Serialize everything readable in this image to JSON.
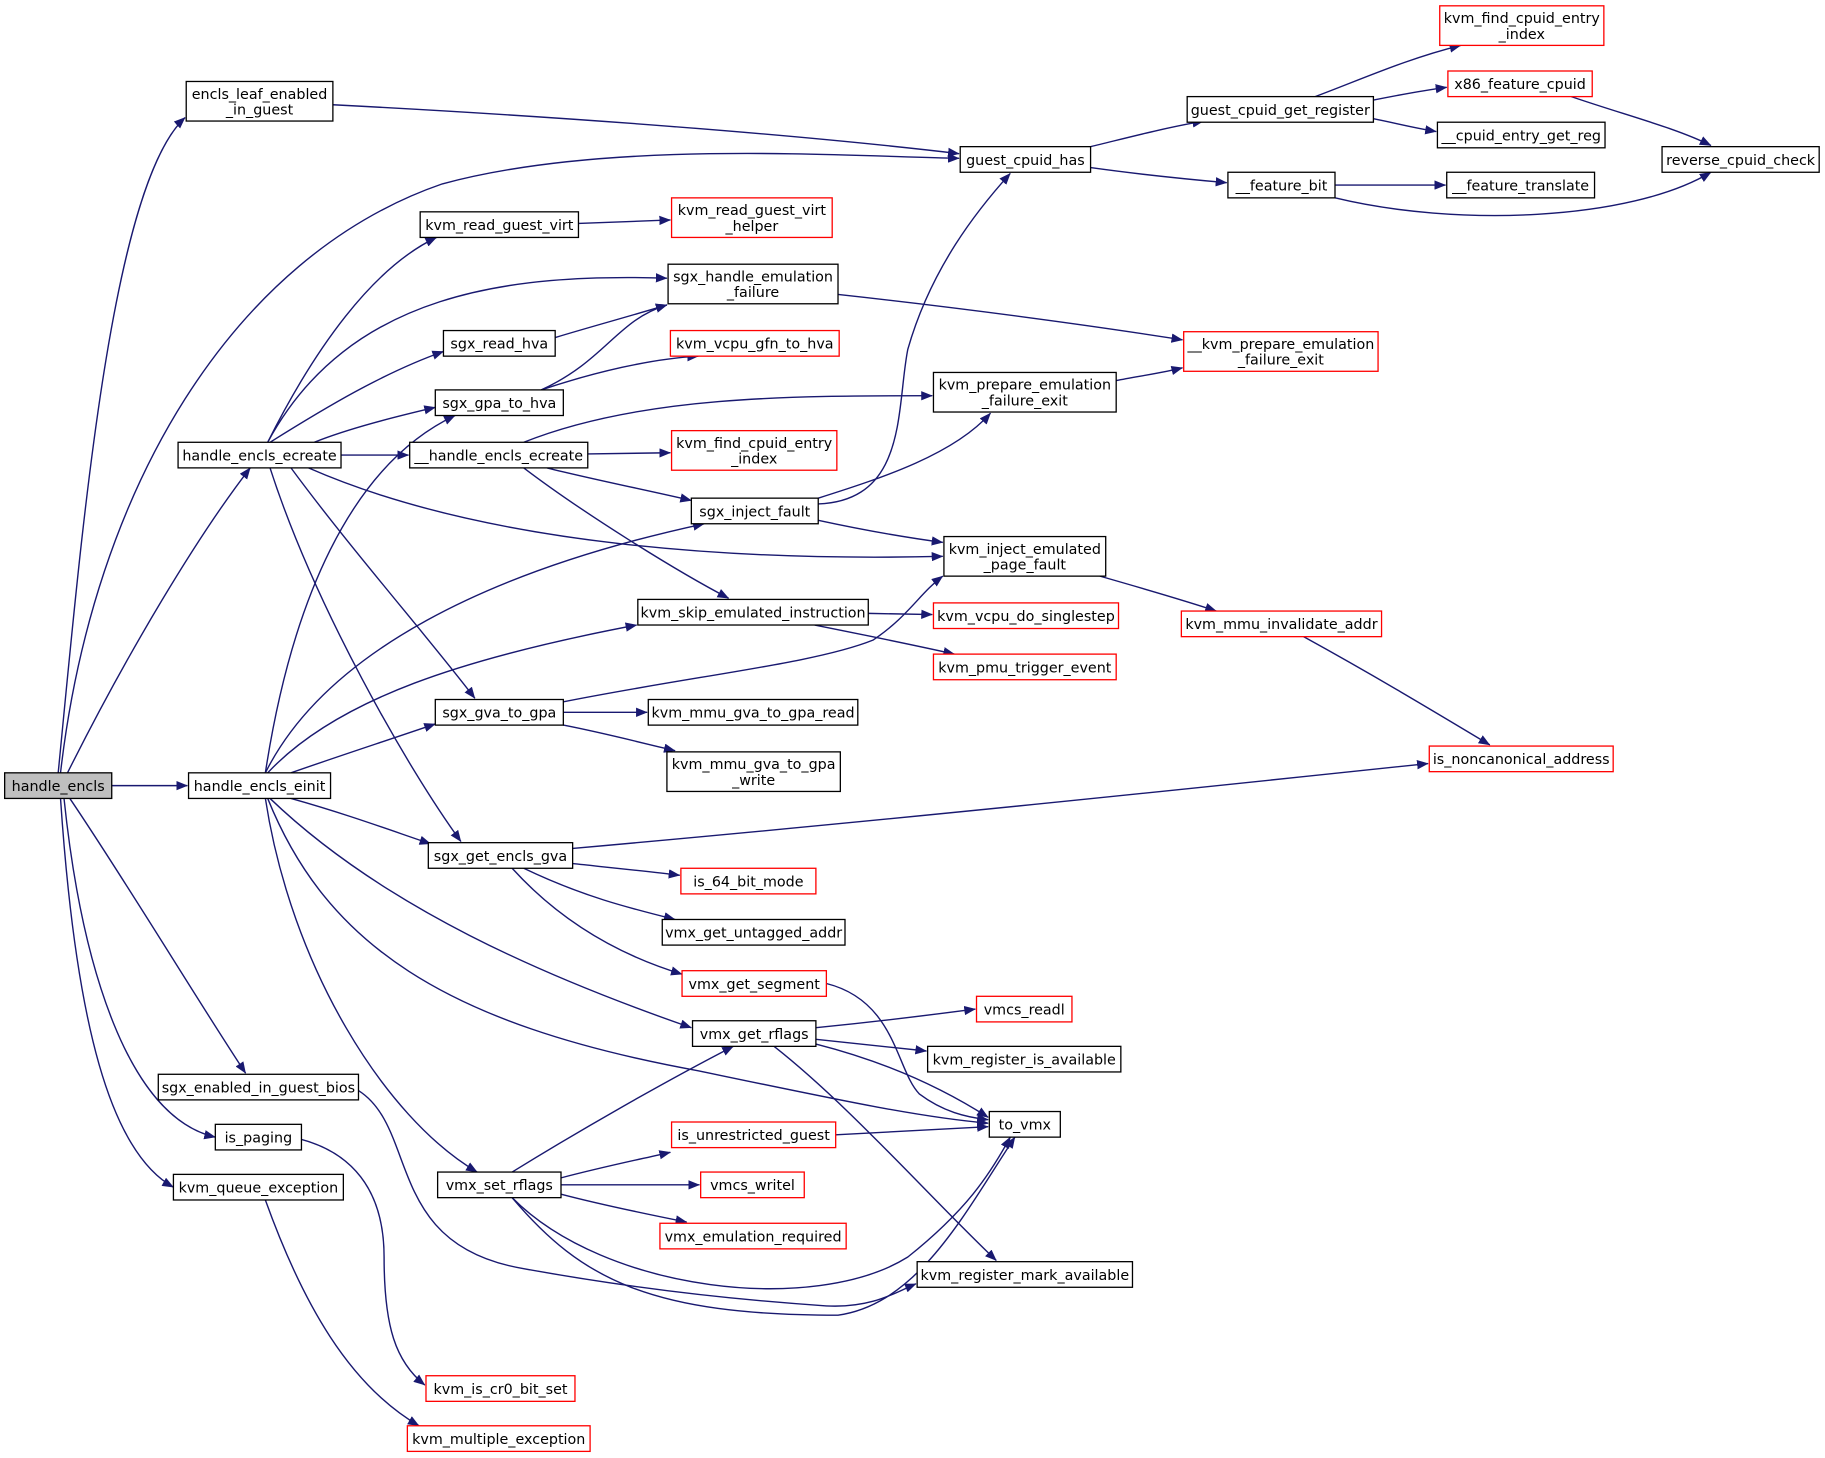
{
  "colors": {
    "edge": "#191970",
    "node_border": "#000000",
    "node_border_truncated": "#ff0000",
    "node_fill": "#ffffff",
    "root_fill": "#bfbfbf",
    "text": "#000000"
  },
  "nodes": [
    {
      "id": "handle_encls",
      "lines": [
        "handle_encls"
      ],
      "root": true
    },
    {
      "id": "encls_leaf_enabled_in_guest",
      "lines": [
        "encls_leaf_enabled",
        "_in_guest"
      ]
    },
    {
      "id": "handle_encls_ecreate",
      "lines": [
        "handle_encls_ecreate"
      ]
    },
    {
      "id": "handle_encls_einit",
      "lines": [
        "handle_encls_einit"
      ]
    },
    {
      "id": "sgx_enabled_in_guest_bios",
      "lines": [
        "sgx_enabled_in_guest_bios"
      ]
    },
    {
      "id": "is_paging",
      "lines": [
        "is_paging"
      ]
    },
    {
      "id": "kvm_queue_exception",
      "lines": [
        "kvm_queue_exception"
      ]
    },
    {
      "id": "guest_cpuid_has",
      "lines": [
        "guest_cpuid_has"
      ]
    },
    {
      "id": "guest_cpuid_get_register",
      "lines": [
        "guest_cpuid_get_register"
      ]
    },
    {
      "id": "kvm_find_cpuid_entry_index_top",
      "lines": [
        "kvm_find_cpuid_entry",
        "_index"
      ],
      "truncated": true
    },
    {
      "id": "x86_feature_cpuid",
      "lines": [
        "x86_feature_cpuid"
      ],
      "truncated": true
    },
    {
      "id": "__cpuid_entry_get_reg",
      "lines": [
        "__cpuid_entry_get_reg"
      ]
    },
    {
      "id": "reverse_cpuid_check",
      "lines": [
        "reverse_cpuid_check"
      ]
    },
    {
      "id": "__feature_bit",
      "lines": [
        "__feature_bit"
      ]
    },
    {
      "id": "__feature_translate",
      "lines": [
        "__feature_translate"
      ]
    },
    {
      "id": "kvm_read_guest_virt",
      "lines": [
        "kvm_read_guest_virt"
      ]
    },
    {
      "id": "kvm_read_guest_virt_helper",
      "lines": [
        "kvm_read_guest_virt",
        "_helper"
      ],
      "truncated": true
    },
    {
      "id": "sgx_handle_emulation_failure",
      "lines": [
        "sgx_handle_emulation",
        "_failure"
      ]
    },
    {
      "id": "sgx_read_hva",
      "lines": [
        "sgx_read_hva"
      ]
    },
    {
      "id": "kvm_vcpu_gfn_to_hva",
      "lines": [
        "kvm_vcpu_gfn_to_hva"
      ],
      "truncated": true
    },
    {
      "id": "sgx_gpa_to_hva",
      "lines": [
        "sgx_gpa_to_hva"
      ]
    },
    {
      "id": "__kvm_prepare_emulation_failure_exit",
      "lines": [
        "__kvm_prepare_emulation",
        "_failure_exit"
      ],
      "truncated": true
    },
    {
      "id": "kvm_prepare_emulation_failure_exit",
      "lines": [
        "kvm_prepare_emulation",
        "_failure_exit"
      ]
    },
    {
      "id": "__handle_encls_ecreate",
      "lines": [
        "__handle_encls_ecreate"
      ]
    },
    {
      "id": "kvm_find_cpuid_entry_index_mid",
      "lines": [
        "kvm_find_cpuid_entry",
        "_index"
      ],
      "truncated": true
    },
    {
      "id": "sgx_inject_fault",
      "lines": [
        "sgx_inject_fault"
      ]
    },
    {
      "id": "kvm_inject_emulated_page_fault",
      "lines": [
        "kvm_inject_emulated",
        "_page_fault"
      ]
    },
    {
      "id": "kvm_skip_emulated_instruction",
      "lines": [
        "kvm_skip_emulated_instruction"
      ]
    },
    {
      "id": "kvm_vcpu_do_singlestep",
      "lines": [
        "kvm_vcpu_do_singlestep"
      ],
      "truncated": true
    },
    {
      "id": "kvm_mmu_invalidate_addr",
      "lines": [
        "kvm_mmu_invalidate_addr"
      ],
      "truncated": true
    },
    {
      "id": "kvm_pmu_trigger_event",
      "lines": [
        "kvm_pmu_trigger_event"
      ],
      "truncated": true
    },
    {
      "id": "sgx_gva_to_gpa",
      "lines": [
        "sgx_gva_to_gpa"
      ]
    },
    {
      "id": "kvm_mmu_gva_to_gpa_read",
      "lines": [
        "kvm_mmu_gva_to_gpa_read"
      ]
    },
    {
      "id": "kvm_mmu_gva_to_gpa_write",
      "lines": [
        "kvm_mmu_gva_to_gpa",
        "_write"
      ]
    },
    {
      "id": "is_noncanonical_address",
      "lines": [
        "is_noncanonical_address"
      ],
      "truncated": true
    },
    {
      "id": "sgx_get_encls_gva",
      "lines": [
        "sgx_get_encls_gva"
      ]
    },
    {
      "id": "is_64_bit_mode",
      "lines": [
        "is_64_bit_mode"
      ],
      "truncated": true
    },
    {
      "id": "vmx_get_untagged_addr",
      "lines": [
        "vmx_get_untagged_addr"
      ]
    },
    {
      "id": "vmx_get_segment",
      "lines": [
        "vmx_get_segment"
      ],
      "truncated": true
    },
    {
      "id": "vmcs_readl",
      "lines": [
        "vmcs_readl"
      ],
      "truncated": true
    },
    {
      "id": "vmx_get_rflags",
      "lines": [
        "vmx_get_rflags"
      ]
    },
    {
      "id": "kvm_register_is_available",
      "lines": [
        "kvm_register_is_available"
      ]
    },
    {
      "id": "to_vmx",
      "lines": [
        "to_vmx"
      ]
    },
    {
      "id": "is_unrestricted_guest",
      "lines": [
        "is_unrestricted_guest"
      ],
      "truncated": true
    },
    {
      "id": "vmx_set_rflags",
      "lines": [
        "vmx_set_rflags"
      ]
    },
    {
      "id": "vmcs_writel",
      "lines": [
        "vmcs_writel"
      ],
      "truncated": true
    },
    {
      "id": "vmx_emulation_required",
      "lines": [
        "vmx_emulation_required"
      ],
      "truncated": true
    },
    {
      "id": "kvm_register_mark_available",
      "lines": [
        "kvm_register_mark_available"
      ]
    },
    {
      "id": "kvm_is_cr0_bit_set",
      "lines": [
        "kvm_is_cr0_bit_set"
      ],
      "truncated": true
    },
    {
      "id": "kvm_multiple_exception",
      "lines": [
        "kvm_multiple_exception"
      ],
      "truncated": true
    }
  ]
}
